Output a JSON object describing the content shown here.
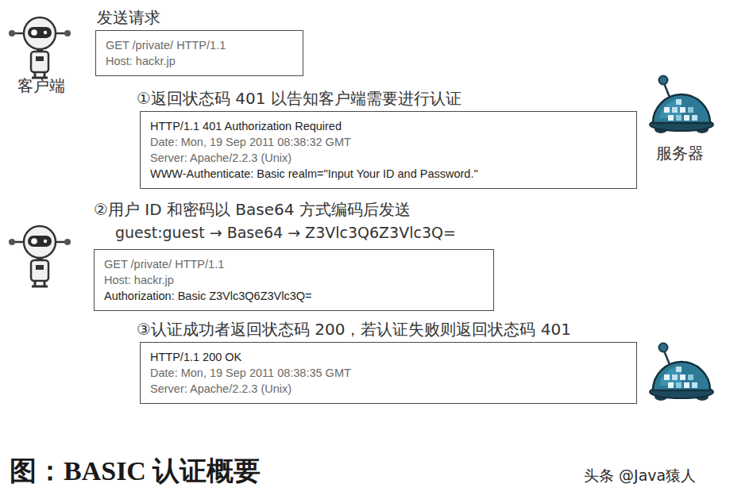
{
  "diagram": {
    "caption": "图：BASIC 认证概要",
    "nodes": [
      {
        "text": [
          "发送请求",
          "GET /private/ HTTP/1.1",
          "Host: hackr.jp"
        ]
      },
      {
        "text": [
          "①返回状态码 401 以告知客户端需要进行认证",
          "HTTP/1.1 401 Authorization Required",
          "Date: Mon, 19 Sep 2011 08:38:32 GMT",
          "Server: Apache/2.2.3 (Unix)",
          "WWW-Authenticate: Basic realm=\"Input Your ID and Password.\""
        ]
      },
      {
        "text": [
          "②用户 ID 和密码以 Base64 方式编码后发送",
          "guest:guest → Base64 → Z3Vlc3Q6Z3Vlc3Q=",
          "GET /private/ HTTP/1.1",
          "Host: hackr.jp",
          "Authorization: Basic Z3Vlc3Q6Z3Vlc3Q="
        ]
      },
      {
        "text": [
          "③认证成功者返回状态码 200，若认证失败则返回状态码 401",
          "HTTP/1.1 200 OK",
          "Date: Mon, 19 Sep 2011 08:38:35 GMT",
          "Server: Apache/2.2.3 (Unix)"
        ]
      }
    ],
    "labels": [
      "客户端",
      "服务器",
      "头条 @Java猿人"
    ]
  }
}
